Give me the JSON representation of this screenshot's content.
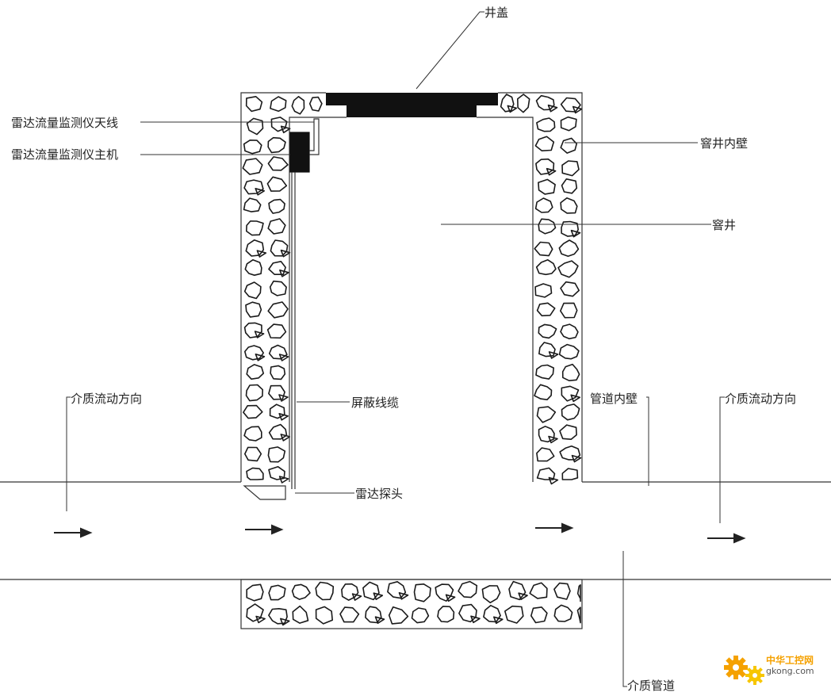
{
  "labels": {
    "cover": "井盖",
    "radar_antenna": "雷达流量监测仪天线",
    "radar_host": "雷达流量监测仪主机",
    "well_inner_wall": "窨井内壁",
    "well": "窨井",
    "flow_direction_left": "介质流动方向",
    "shielded_cable": "屏蔽线缆",
    "pipe_inner_wall": "管道内壁",
    "flow_direction_right": "介质流动方向",
    "radar_probe": "雷达探头",
    "medium_pipe": "介质管道"
  },
  "watermark": {
    "brand": "中华工控网",
    "url": "gkong.com"
  },
  "colors": {
    "line": "#333333",
    "fill_dark": "#111111",
    "watermark_orange": "#f5a100",
    "watermark_yellow": "#f7c600"
  }
}
